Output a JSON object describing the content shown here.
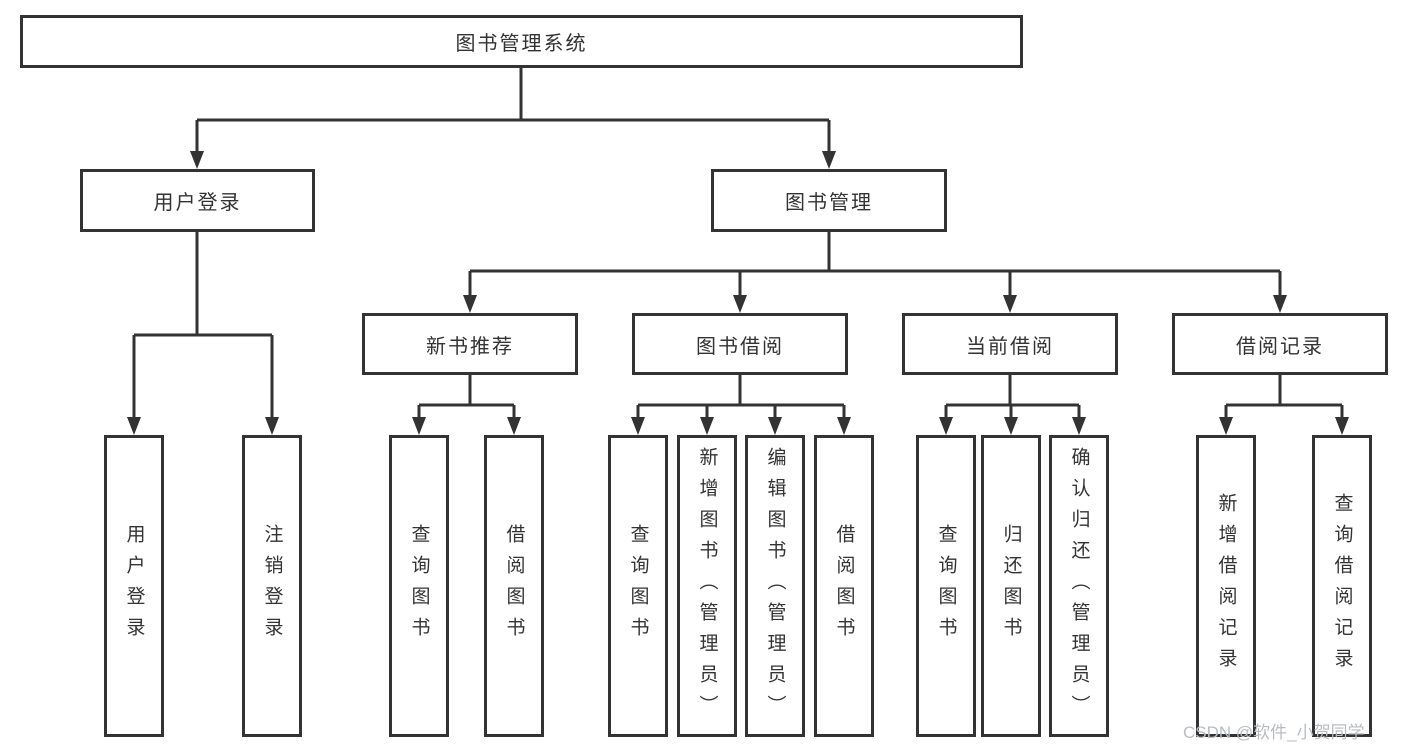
{
  "colors": {
    "line": "#333333",
    "text": "#333333",
    "watermark": "#b9bdc2"
  },
  "watermark": "CSDN @软件_小贺同学",
  "tree": {
    "root": "图书管理系统",
    "login": {
      "label": "用户登录",
      "children": [
        "用户登录",
        "注销登录"
      ]
    },
    "mgmt": {
      "label": "图书管理",
      "sections": [
        {
          "label": "新书推荐",
          "children": [
            "查询图书",
            "借阅图书"
          ]
        },
        {
          "label": "图书借阅",
          "children": [
            "查询图书",
            "新增图书（管理员）",
            "编辑图书（管理员）",
            "借阅图书"
          ]
        },
        {
          "label": "当前借阅",
          "children": [
            "查询图书",
            "归还图书",
            "确认归还（管理员）"
          ]
        },
        {
          "label": "借阅记录",
          "children": [
            "新增借阅记录",
            "查询借阅记录"
          ]
        }
      ]
    }
  }
}
